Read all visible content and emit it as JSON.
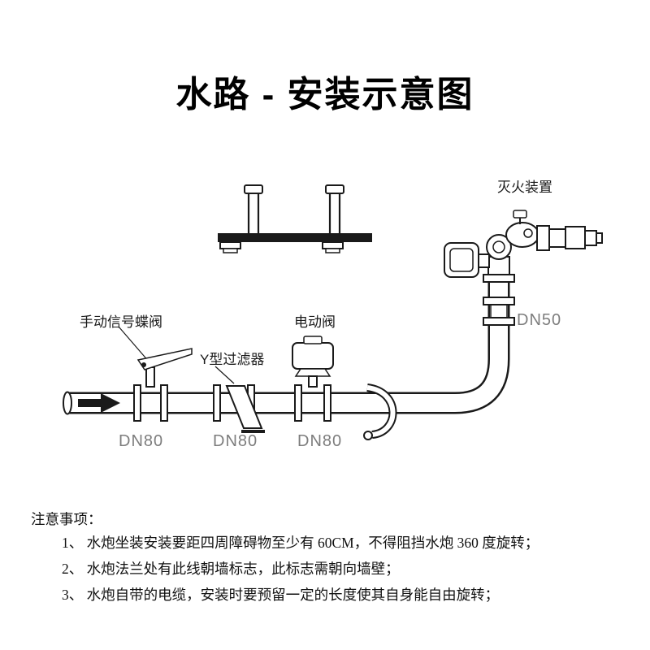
{
  "title": "水路 - 安装示意图",
  "diagram": {
    "labels": {
      "fire_device": "灭火装置",
      "manual_valve": "手动信号蝶阀",
      "electric_valve": "电动阀",
      "y_strainer": "Y型过滤器",
      "dn50": "DN50",
      "dn80_1": "DN80",
      "dn80_2": "DN80",
      "dn80_3": "DN80"
    }
  },
  "notes": {
    "heading": "注意事项：",
    "items": [
      "1、 水炮坐装安装要距四周障碍物至少有 60CM，不得阻挡水炮 360 度旋转；",
      "2、 水炮法兰处有此线朝墙标志，此标志需朝向墙壁；",
      "3、 水炮自带的电缆，安装时要预留一定的长度使其自身能自由旋转；"
    ]
  },
  "colors": {
    "line": "#1a1a1a",
    "dn_label": "#7d7d7d",
    "background": "#ffffff"
  }
}
